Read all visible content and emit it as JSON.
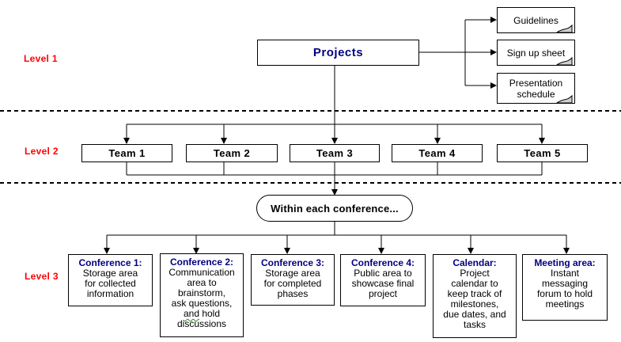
{
  "diagram": {
    "colors": {
      "title_navy": "#000080",
      "level_label_red": "#ff0000",
      "line_black": "#000000",
      "fold_gray": "#d0d0d0",
      "squiggle_green": "#2e8b2e",
      "background": "#ffffff"
    },
    "level_labels": [
      {
        "label": "Level 1"
      },
      {
        "label": "Level 2"
      },
      {
        "label": "Level 3"
      }
    ],
    "root": {
      "label": "Projects"
    },
    "documents": [
      {
        "label": "Guidelines"
      },
      {
        "label": "Sign up sheet"
      },
      {
        "label": "Presentation\nschedule"
      }
    ],
    "teams": [
      {
        "label": "Team 1"
      },
      {
        "label": "Team 2"
      },
      {
        "label": "Team 3"
      },
      {
        "label": "Team 4"
      },
      {
        "label": "Team 5"
      }
    ],
    "conference_note": {
      "label": "Within each conference..."
    },
    "level3_boxes": [
      {
        "title": "Conference 1:",
        "body": "Storage area\nfor collected\ninformation"
      },
      {
        "title": "Conference 2:",
        "body_part1": "Communication\narea to\nbrainstorm,\nask questions,\n",
        "squiggle_word": "and",
        "body_part3": " hold\ndiscussions"
      },
      {
        "title": "Conference 3:",
        "body": "Storage area\nfor completed\nphases"
      },
      {
        "title": "Conference 4:",
        "body": "Public area to\nshowcase final\nproject"
      },
      {
        "title": "Calendar:",
        "body": "Project\ncalendar to\nkeep track of\nmilestones,\ndue dates, and\ntasks"
      },
      {
        "title": "Meeting area:",
        "body": "Instant\nmessaging\nforum to hold\nmeetings"
      }
    ]
  }
}
